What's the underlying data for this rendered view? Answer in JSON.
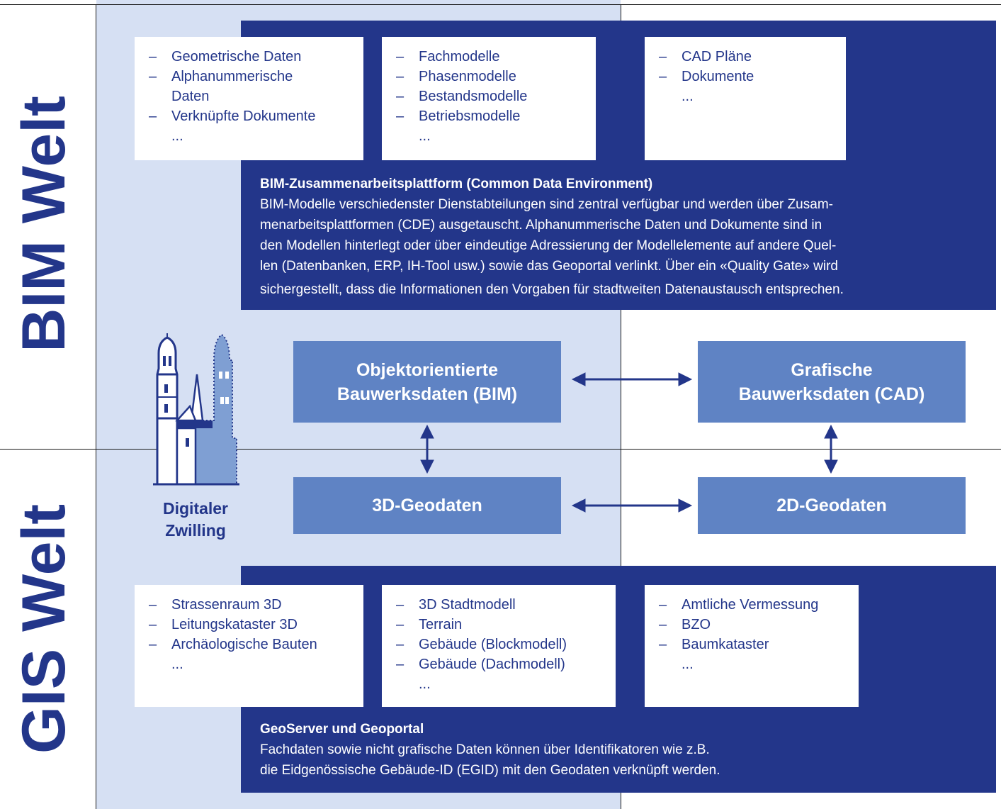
{
  "side": {
    "bim": "BIM Welt",
    "gis": "GIS Welt"
  },
  "twin": {
    "line1": "Digitaler",
    "line2": "Zwilling"
  },
  "bim_cards": [
    {
      "items": [
        {
          "dash": true,
          "text": "Geometrische Daten"
        },
        {
          "dash": true,
          "text": "Alphanummerische"
        },
        {
          "dash": false,
          "text": "Daten"
        },
        {
          "dash": true,
          "text": "Verknüpfte Dokumente"
        },
        {
          "dash": false,
          "text": "..."
        }
      ]
    },
    {
      "items": [
        {
          "dash": true,
          "text": "Fachmodelle"
        },
        {
          "dash": true,
          "text": "Phasenmodelle"
        },
        {
          "dash": true,
          "text": "Bestandsmodelle"
        },
        {
          "dash": true,
          "text": "Betriebsmodelle"
        },
        {
          "dash": false,
          "text": "..."
        }
      ]
    },
    {
      "items": [
        {
          "dash": true,
          "text": "CAD Pläne"
        },
        {
          "dash": true,
          "text": "Dokumente"
        },
        {
          "dash": false,
          "text": "..."
        }
      ]
    }
  ],
  "bim_desc": {
    "heading": "BIM-Zusammenarbeitsplattform (Common Data Environment)",
    "lines": [
      "BIM-Modelle verschiedenster Dienstabteilungen sind zentral verfügbar und werden über Zusam-",
      "menarbeitsplattformen (CDE) ausgetauscht. Alphanummerische Daten und Dokumente sind in",
      "den Modellen hinterlegt oder über eindeutige Adressierung der Modellelemente auf andere Quel-",
      "len (Datenbanken, ERP, IH-Tool usw.) sowie das Geoportal verlinkt. Über ein «Quality Gate» wird",
      "sichergestellt, dass die Informationen den Vorgaben für stadtweiten Datenaustausch entsprechen."
    ]
  },
  "boxes": {
    "bim": {
      "line1": "Objektorientierte",
      "line2": "Bauwerksdaten (BIM)"
    },
    "cad": {
      "line1": "Grafische",
      "line2": "Bauwerksdaten (CAD)"
    },
    "geo3d": {
      "line1": "3D-Geodaten"
    },
    "geo2d": {
      "line1": "2D-Geodaten"
    }
  },
  "gis_cards": [
    {
      "items": [
        {
          "dash": true,
          "text": "Strassenraum 3D"
        },
        {
          "dash": true,
          "text": "Leitungskataster 3D"
        },
        {
          "dash": true,
          "text": "Archäologische Bauten"
        },
        {
          "dash": false,
          "text": "..."
        }
      ]
    },
    {
      "items": [
        {
          "dash": true,
          "text": "3D Stadtmodell"
        },
        {
          "dash": true,
          "text": "Terrain"
        },
        {
          "dash": true,
          "text": "Gebäude (Blockmodell)"
        },
        {
          "dash": true,
          "text": "Gebäude (Dachmodell)"
        },
        {
          "dash": false,
          "text": "..."
        }
      ]
    },
    {
      "items": [
        {
          "dash": true,
          "text": "Amtliche Vermessung"
        },
        {
          "dash": true,
          "text": "BZO"
        },
        {
          "dash": true,
          "text": "Baumkataster"
        },
        {
          "dash": false,
          "text": "..."
        }
      ]
    }
  ],
  "gis_desc": {
    "heading": "GeoServer und Geoportal",
    "lines": [
      "Fachdaten sowie nicht grafische Daten können über Identifikatoren wie z.B.",
      "die Eidgenössische Gebäude-ID (EGID) mit den Geodaten verknüpft werden."
    ]
  },
  "colors": {
    "navy": "#23368a",
    "light_band": "#d6e0f3",
    "box_fill": "#5f83c4",
    "tower_light": "#7f9fd3"
  }
}
